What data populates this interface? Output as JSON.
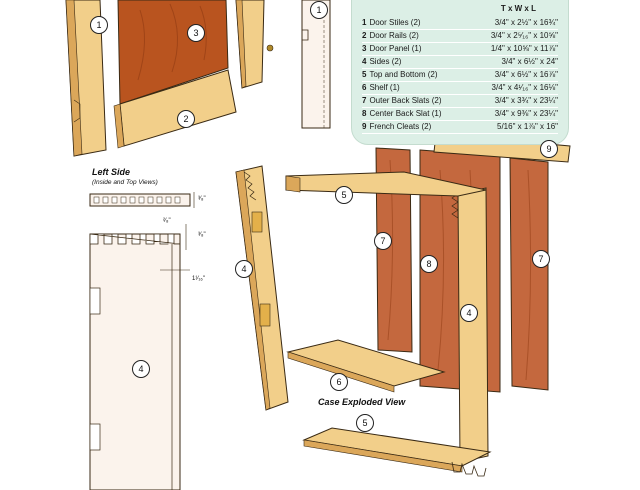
{
  "cut_list": {
    "header": "T x W x L",
    "rows": [
      {
        "no": "1",
        "name": "Door Stiles (2)",
        "size": "3/4\" x 2½\" x 16¾\""
      },
      {
        "no": "2",
        "name": "Door Rails (2)",
        "size": "3/4\" x 2⁵⁄₁₆\" x 10⅝\""
      },
      {
        "no": "3",
        "name": "Door Panel (1)",
        "size": "1/4\" x 10⅝\" x 11⅞\""
      },
      {
        "no": "4",
        "name": "Sides (2)",
        "size": "3/4\" x 6½\" x 24\""
      },
      {
        "no": "5",
        "name": "Top and Bottom (2)",
        "size": "3/4\" x 6½\" x 16⅞\""
      },
      {
        "no": "6",
        "name": "Shelf (1)",
        "size": "3/4\" x 4¹⁄₁₆\" x 16⅛\""
      },
      {
        "no": "7",
        "name": "Outer Back Slats (2)",
        "size": "3/4\" x 3¾\" x 23¼\""
      },
      {
        "no": "8",
        "name": "Center Back Slat (1)",
        "size": "3/4\" x 9⅜\" x 23¼\""
      },
      {
        "no": "9",
        "name": "French Cleats (2)",
        "size": "5/16\" x 1⅞\" x 16\""
      }
    ]
  },
  "left_side": {
    "title": "Left Side",
    "subtitle": "(Inside and Top Views)",
    "dimensions": {
      "d1": "³⁄₈\"",
      "d2": "²⁄₈\"",
      "d3": "³⁄₈\"",
      "d4": "1¹⁄₁₆\""
    }
  },
  "case_view_title": "Case Exploded View",
  "callouts": {
    "door_stile": "1",
    "door_rail": "2",
    "door_panel": "3",
    "detail_stile": "1",
    "side_detail": "4",
    "case_top": "5",
    "case_left_side": "4",
    "case_right_side": "4",
    "outer_slat_left": "7",
    "outer_slat_right": "7",
    "center_slat": "8",
    "cleat": "9",
    "shelf": "6",
    "case_bottom": "5"
  },
  "colors": {
    "wood_light": "#f2cf8a",
    "wood_mid": "#e3b366",
    "wood_edge": "#c98f3c",
    "cherry_panel": "#b9541f",
    "cherry_slat": "#c4683e",
    "cutlist_bg": "#dcefe6",
    "outline": "#3a2a14"
  }
}
